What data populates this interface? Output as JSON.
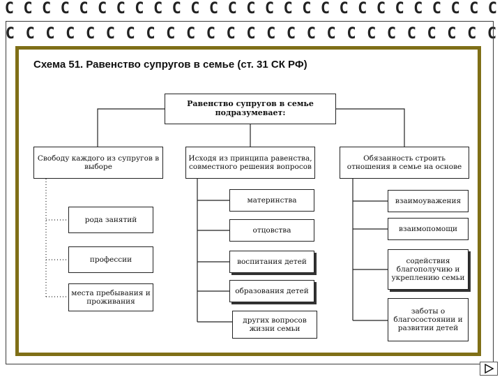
{
  "title": "Схема 51. Равенство супругов в семье (ст. 31  СК РФ)",
  "ring_glyph": "C",
  "root": "Равенство супругов в семье подразумевает:",
  "branches": [
    {
      "label": "Свободу каждого из супругов в выборе",
      "items": [
        "рода занятий",
        "профессии",
        "места пребывания и проживания"
      ]
    },
    {
      "label": "Исходя из принципа равенства, совместного решения вопросов",
      "items": [
        "материнства",
        "отцовства",
        "воспитания детей",
        "образования детей",
        "других вопросов жизни семьи"
      ]
    },
    {
      "label": "Обязанность строить отношения в семье на основе",
      "items": [
        "взаимоуважения",
        "взаимопомощи",
        "содействия благополучию и укреплению семьи",
        "заботы о благосостоянии и развитии детей"
      ]
    }
  ],
  "colors": {
    "frame": "#7f6f17",
    "ink": "#222222"
  },
  "nav": {
    "icon": "play-next-icon"
  }
}
